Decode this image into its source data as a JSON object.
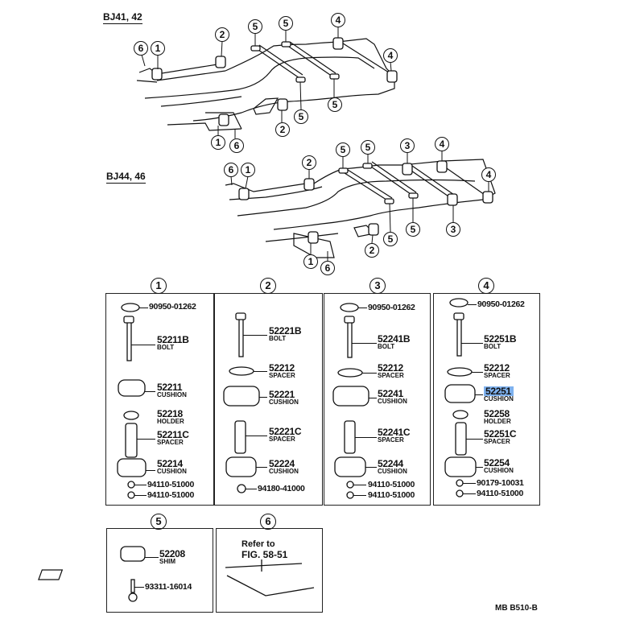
{
  "diagrams": [
    {
      "model_label": "BJ41, 42",
      "callouts": [
        "6",
        "1",
        "2",
        "5",
        "5",
        "4",
        "4",
        "5",
        "5",
        "2",
        "1",
        "6"
      ]
    },
    {
      "model_label": "BJ44, 46",
      "callouts": [
        "6",
        "1",
        "2",
        "5",
        "5",
        "3",
        "4",
        "4",
        "3",
        "5",
        "5",
        "2",
        "1",
        "6"
      ]
    }
  ],
  "groups": [
    {
      "number": "1",
      "parts": [
        {
          "number": "90950-01262",
          "name": ""
        },
        {
          "number": "52211B",
          "name": "BOLT"
        },
        {
          "number": "52211",
          "name": "CUSHION"
        },
        {
          "number": "52218",
          "name": "HOLDER"
        },
        {
          "number": "52211C",
          "name": "SPACER"
        },
        {
          "number": "52214",
          "name": "CUSHION"
        },
        {
          "number": "94110-51000",
          "name": ""
        },
        {
          "number": "94110-51000",
          "name": ""
        }
      ]
    },
    {
      "number": "2",
      "parts": [
        {
          "number": "52221B",
          "name": "BOLT"
        },
        {
          "number": "52212",
          "name": "SPACER"
        },
        {
          "number": "52221",
          "name": "CUSHION"
        },
        {
          "number": "52221C",
          "name": "SPACER"
        },
        {
          "number": "52224",
          "name": "CUSHION"
        },
        {
          "number": "94180-41000",
          "name": ""
        }
      ]
    },
    {
      "number": "3",
      "parts": [
        {
          "number": "90950-01262",
          "name": ""
        },
        {
          "number": "52241B",
          "name": "BOLT"
        },
        {
          "number": "52212",
          "name": "SPACER"
        },
        {
          "number": "52241",
          "name": "CUSHION"
        },
        {
          "number": "52241C",
          "name": "SPACER"
        },
        {
          "number": "52244",
          "name": "CUSHION"
        },
        {
          "number": "94110-51000",
          "name": ""
        },
        {
          "number": "94110-51000",
          "name": ""
        }
      ]
    },
    {
      "number": "4",
      "parts": [
        {
          "number": "90950-01262",
          "name": ""
        },
        {
          "number": "52251B",
          "name": "BOLT"
        },
        {
          "number": "52212",
          "name": "SPACER"
        },
        {
          "number": "52251",
          "name": "CUSHION",
          "highlighted": true
        },
        {
          "number": "52258",
          "name": "HOLDER"
        },
        {
          "number": "52251C",
          "name": "SPACER"
        },
        {
          "number": "52254",
          "name": "CUSHION"
        },
        {
          "number": "90179-10031",
          "name": ""
        },
        {
          "number": "94110-51000",
          "name": ""
        }
      ]
    },
    {
      "number": "5",
      "parts": [
        {
          "number": "52208",
          "name": "SHIM"
        },
        {
          "number": "93311-16014",
          "name": ""
        }
      ]
    },
    {
      "number": "6",
      "refer_text": "Refer to",
      "refer_fig": "FIG. 58-51"
    }
  ],
  "footer": "MB  B510-B",
  "colors": {
    "highlight": "#7fb2ef",
    "ink": "#111111"
  }
}
